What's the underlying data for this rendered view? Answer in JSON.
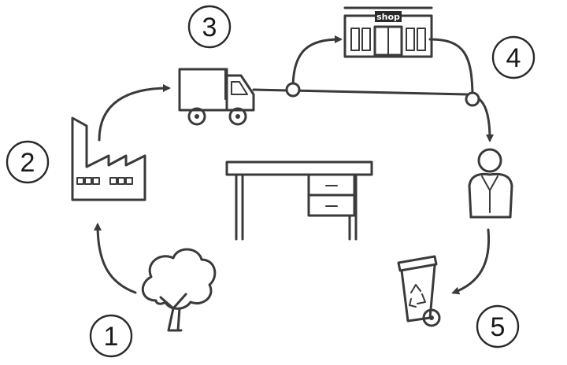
{
  "steps": [
    {
      "number": "1",
      "stage": "tree"
    },
    {
      "number": "2",
      "stage": "factory"
    },
    {
      "number": "3",
      "stage": "truck"
    },
    {
      "number": "4",
      "stage": "shop"
    },
    {
      "number": "5",
      "stage": "recycling-bin"
    }
  ],
  "shop_sign": "shop",
  "center_object": "desk-icon",
  "icons": [
    "tree-icon",
    "factory-icon",
    "truck-icon",
    "shop-icon",
    "person-icon",
    "recycle-bin-icon",
    "desk-icon"
  ],
  "colors": {
    "line": "#3a3a3a",
    "background": "#ffffff"
  }
}
